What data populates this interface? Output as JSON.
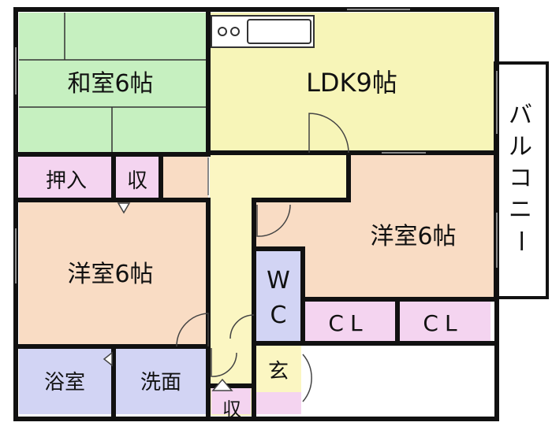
{
  "colors": {
    "tatami": "#c6f0c0",
    "ldk": "#f7f5b8",
    "western": "#f9dcc4",
    "storage": "#f4d4f0",
    "bath": "#d2d4f4",
    "hall": "#fbf6c2",
    "balcony": "#ffffff",
    "wall": "#111111",
    "line": "#444444"
  },
  "rooms": {
    "washitsu": {
      "label": "和室6帖"
    },
    "ldk": {
      "label": "LDK9帖"
    },
    "yoshitsu_right": {
      "label": "洋室6帖"
    },
    "yoshitsu_left": {
      "label": "洋室6帖"
    },
    "oshiire": {
      "label": "押入"
    },
    "shu_top": {
      "label": "収"
    },
    "shu_bottom": {
      "label": "収"
    },
    "wc_top": {
      "label": "W"
    },
    "wc_bottom": {
      "label": "C"
    },
    "cl_left": {
      "label": "CL"
    },
    "cl_right": {
      "label": "CL"
    },
    "yokushitsu": {
      "label": "浴室"
    },
    "senmen": {
      "label": "洗面"
    },
    "genkan": {
      "label": "玄"
    }
  },
  "balcony": {
    "chars": [
      "バ",
      "ル",
      "コ",
      "ニ",
      "ー"
    ]
  }
}
